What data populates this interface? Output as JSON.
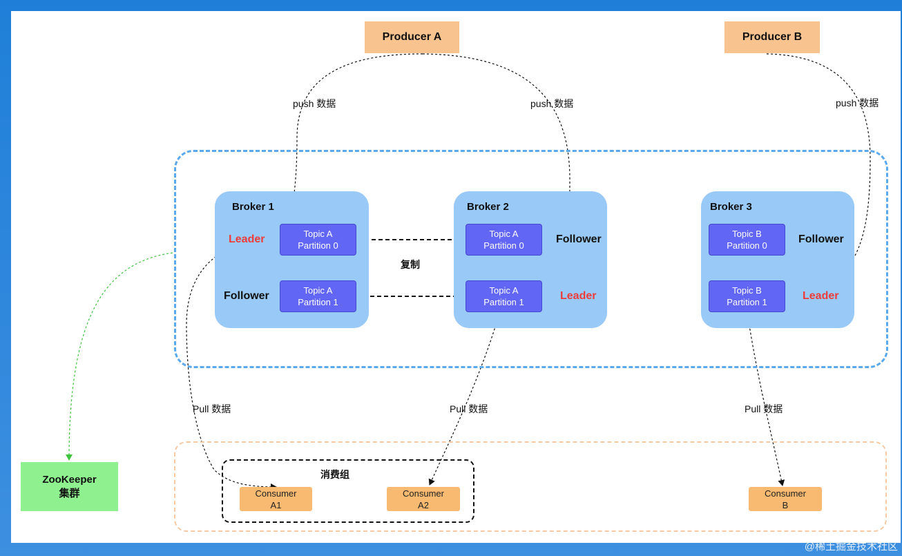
{
  "producers": [
    {
      "name": "Producer A"
    },
    {
      "name": "Producer B"
    }
  ],
  "brokers": [
    {
      "title": "Broker 1",
      "partitions": [
        {
          "line1": "Topic A",
          "line2": "Partition 0",
          "role": "Leader"
        },
        {
          "line1": "Topic A",
          "line2": "Partition 1",
          "role": "Follower"
        }
      ]
    },
    {
      "title": "Broker 2",
      "partitions": [
        {
          "line1": "Topic A",
          "line2": "Partition 0",
          "role": "Follower"
        },
        {
          "line1": "Topic A",
          "line2": "Partition 1",
          "role": "Leader"
        }
      ]
    },
    {
      "title": "Broker 3",
      "partitions": [
        {
          "line1": "Topic B",
          "line2": "Partition 0",
          "role": "Follower"
        },
        {
          "line1": "Topic B",
          "line2": "Partition 1",
          "role": "Leader"
        }
      ]
    }
  ],
  "labels": {
    "push1": "push 数据",
    "push2": "push 数据",
    "push3": "push 数据",
    "replicate": "复制",
    "pull1": "Pull 数据",
    "pull2": "Pull 数据",
    "pull3": "Pull 数据",
    "consumer_group": "消费组"
  },
  "consumers": [
    {
      "line1": "Consumer",
      "line2": "A1"
    },
    {
      "line1": "Consumer",
      "line2": "A2"
    },
    {
      "line1": "Consumer",
      "line2": "B"
    }
  ],
  "zookeeper": {
    "line1": "ZooKeeper",
    "line2": "集群"
  },
  "watermark": "@稀土掘金技术社区",
  "colors": {
    "producer": "#f9c38f",
    "broker": "#99c9f6",
    "partition": "#6266f4",
    "leader_text": "#ee3b3b",
    "consumer": "#f8b970",
    "zookeeper": "#8ef08e",
    "cluster_border": "#5aa9ec"
  }
}
